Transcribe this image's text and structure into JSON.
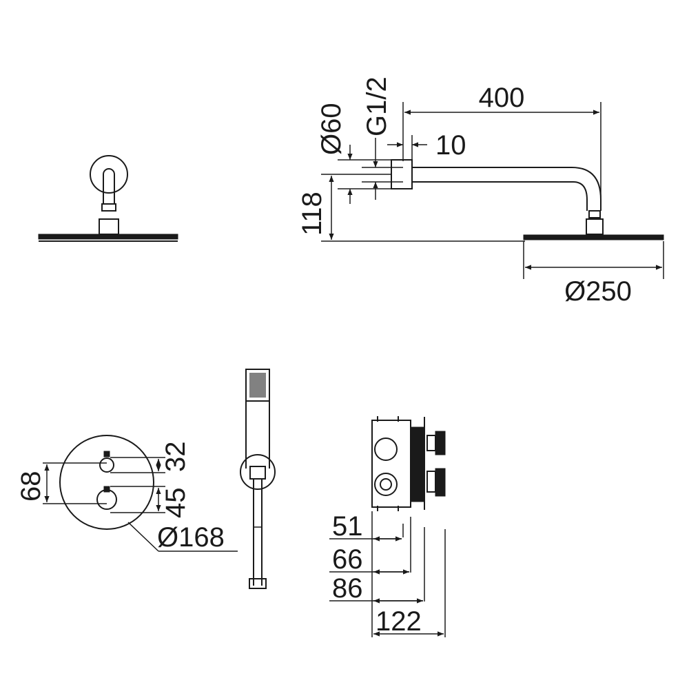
{
  "dimensions": {
    "arm_length": "400",
    "flange_diameter": "Ø60",
    "thread": "G1/2",
    "offset": "10",
    "height": "118",
    "head_diameter": "Ø250",
    "plate_height": "68",
    "upper_knob_offset": "32",
    "lower_knob_offset": "45",
    "plate_diameter": "Ø168",
    "depth_51": "51",
    "depth_66": "66",
    "depth_86": "86",
    "depth_122": "122"
  }
}
